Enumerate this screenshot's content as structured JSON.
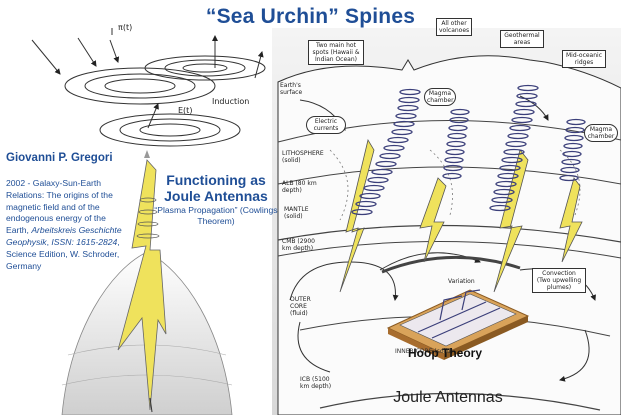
{
  "title": "“Sea Urchin” Spines",
  "left_panel": {
    "induction_label": "Induction",
    "top_symbol": "π(t)",
    "bottom_symbol": "E(t)",
    "author": "Giovanni P. Gregori",
    "reference_plain1": "2002 - Galaxy-Sun-Earth Relations: The origins of the magnetic field and of the endogenous energy of the Earth, ",
    "reference_italic1": "Arbeitskreis Geschichte Geophysik",
    "reference_plain2": ", ",
    "reference_italic2": "ISSN: 1615-2824",
    "reference_plain3": ", Science Edition, W. Schroder, Germany"
  },
  "center": {
    "functioning": "Functioning as Joule Antennas",
    "plasma": "“Plasma Propagation” (Cowlings Theorem)"
  },
  "earth_diagram": {
    "labels": {
      "hot_spots": "Two main hot spots (Hawaii & Indian Ocean)",
      "volcanoes": "All other volcanoes",
      "geothermal": "Geothermal areas",
      "mid_ocean": "Mid-oceanic ridges",
      "earth_surface": "Earth's surface",
      "electric_currents": "Electric currents",
      "magma_chamber": "Magma chamber",
      "magma_right": "Magma chamber",
      "lithosphere": "LITHOSPHERE (solid)",
      "alb": "ALB (80 km depth)",
      "mantle": "MANTLE (solid)",
      "cmb": "CMB (2900 km depth)",
      "outer_core": "OUTER CORE (fluid)",
      "icb": "ICB (5100 km depth)",
      "convection": "Convection (Two upwelling plumes)",
      "variation": "Variation",
      "inner_core": "INNER CORE (solid)"
    },
    "hoop_theory": "Hoop Theory",
    "caption": "Joule Antennas"
  },
  "colors": {
    "title": "#1f4e96",
    "text_blue": "#1f4e96",
    "lightning": "#efe25c",
    "coil": "#3b3f7a",
    "hoop_plate": "#c88a3c"
  }
}
